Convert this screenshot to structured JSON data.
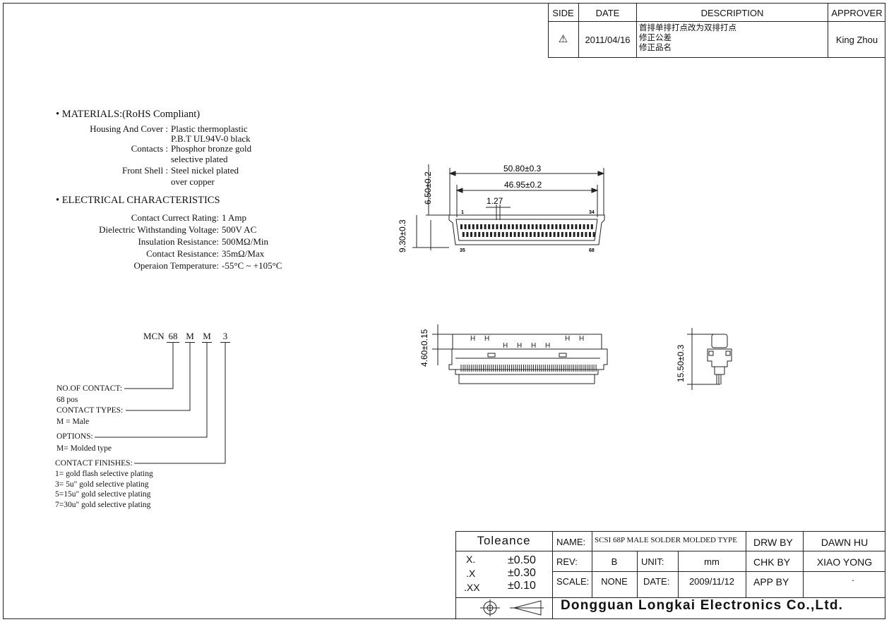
{
  "revision": {
    "headers": [
      "SIDE",
      "DATE",
      "DESCRIPTION",
      "APPROVER"
    ],
    "side": "⚠",
    "date": "2011/04/16",
    "descriptions": [
      "首排单排打点改为双排打点",
      "修正公差",
      "修正品名"
    ],
    "approver": "King Zhou"
  },
  "materials": {
    "heading": "• MATERIALS:(RoHS Compliant)",
    "rows": [
      {
        "label": "Housing And Cover :",
        "value": "Plastic thermoplastic"
      },
      {
        "label": "",
        "value": "P.B.T UL94V-0 black"
      },
      {
        "label": "Contacts :",
        "value": "Phosphor bronze gold"
      },
      {
        "label": "",
        "value": "selective plated"
      },
      {
        "label": "Front Shell :",
        "value": "Steel nickel plated"
      },
      {
        "label": "",
        "value": "over copper"
      }
    ]
  },
  "electrical": {
    "heading": "• ELECTRICAL CHARACTERISTICS",
    "rows": [
      {
        "label": "Contact Currect Rating:",
        "value": "1 Amp"
      },
      {
        "label": "Dielectric Withstanding Voltage:",
        "value": "500V AC"
      },
      {
        "label": "Insulation Resistance:",
        "value": "500MΩ/Min"
      },
      {
        "label": "Contact Resistance:",
        "value": "35mΩ/Max"
      },
      {
        "label": "Operaion Temperature:",
        "value": "-55°C ~ +105°C"
      }
    ]
  },
  "part_number": {
    "prefix": "MCN",
    "segments": [
      "68",
      "M",
      "M",
      "3"
    ],
    "legend": [
      {
        "title": "NO.OF CONTACT:",
        "lines": [
          "68 pos"
        ]
      },
      {
        "title": "CONTACT TYPES:",
        "lines": [
          "M = Male"
        ]
      },
      {
        "title": "OPTIONS:",
        "lines": [
          "M= Molded type"
        ]
      },
      {
        "title": "CONTACT FINISHES:",
        "lines": [
          "1= gold flash selective plating",
          "3= 5u\" gold selective plating",
          "5=15u\" gold selective plating",
          "7=30u\" gold selective plating"
        ]
      }
    ]
  },
  "dimensions": {
    "overall_width": "50.80±0.3",
    "pitch_span": "46.95±0.2",
    "pitch": "1.27",
    "height_top": "6.50±0.2",
    "depth": "9.30±0.3",
    "pin_labels": [
      "1",
      "34",
      "35",
      "68"
    ],
    "side_height": "4.60±0.15",
    "end_height": "15.50±0.3"
  },
  "title_block": {
    "tolerance_title": "Toleance",
    "tolerances": [
      {
        "label": "X.",
        "value": "±0.50"
      },
      {
        "label": ".X",
        "value": "±0.30"
      },
      {
        "label": ".XX",
        "value": "±0.10"
      }
    ],
    "name_label": "NAME:",
    "name_value": "SCSI 68P MALE SOLDER MOLDED TYPE",
    "rev_label": "REV:",
    "rev_value": "B",
    "unit_label": "UNIT:",
    "unit_value": "mm",
    "scale_label": "SCALE:",
    "scale_value": "NONE",
    "date_label": "DATE:",
    "date_value": "2009/11/12",
    "drw_label": "DRW BY",
    "drw_value": "DAWN HU",
    "chk_label": "CHK BY",
    "chk_value": "XIAO YONG",
    "app_label": "APP BY",
    "app_value": "·",
    "company": "Dongguan Longkai Electronics Co.,Ltd."
  }
}
